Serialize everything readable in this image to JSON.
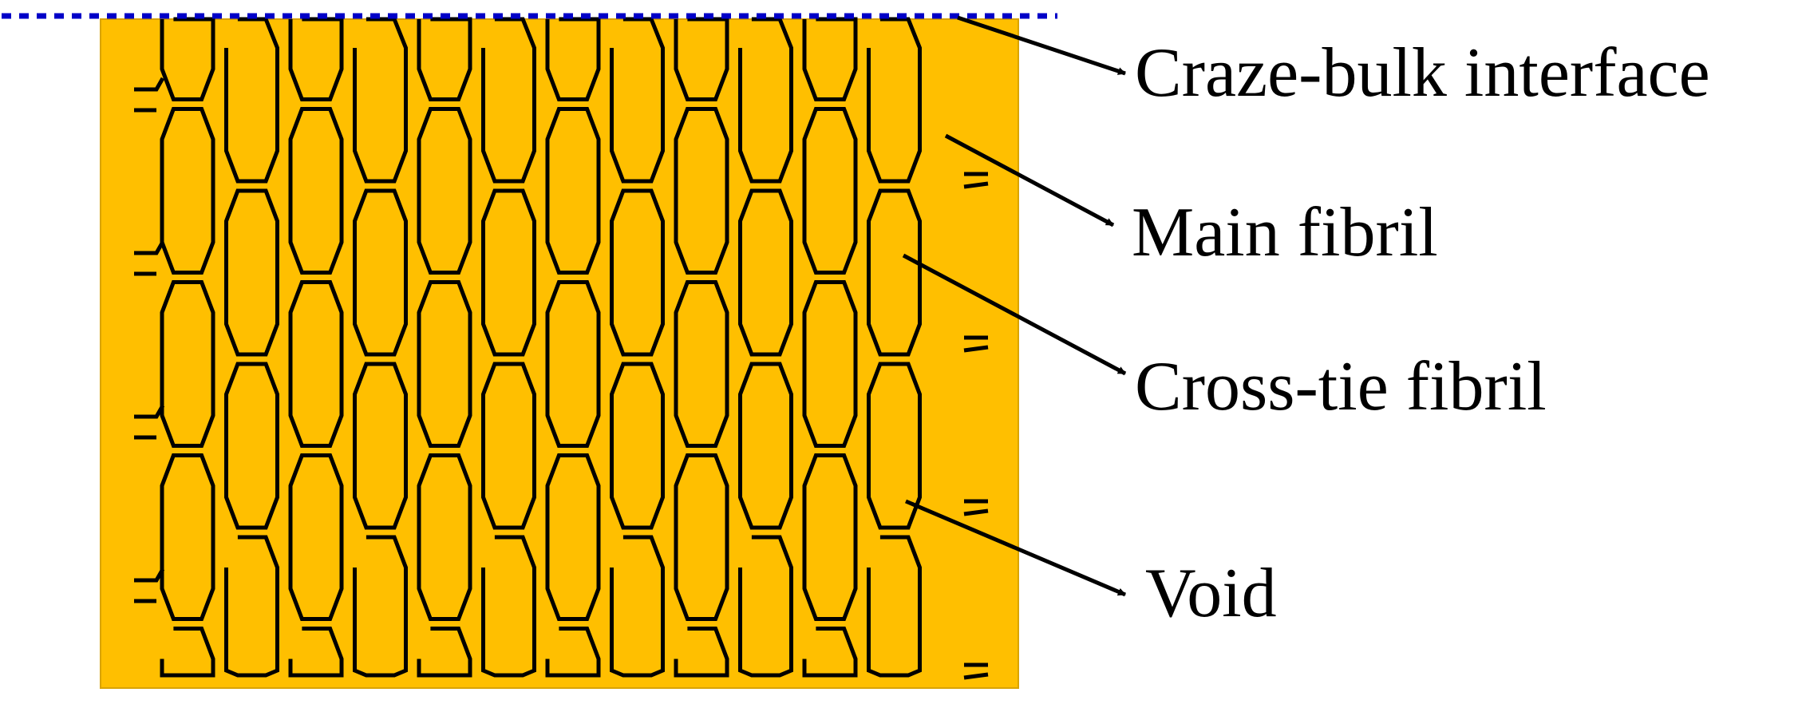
{
  "diagram": {
    "labels": {
      "interface": "Craze-bulk interface",
      "main_fibril": "Main fibril",
      "cross_tie": "Cross-tie fibril",
      "void": "Void"
    },
    "colors": {
      "craze_fill": "#FFBF00",
      "fibril_stroke": "#000000",
      "interface_line": "#0000C8",
      "arrow": "#000000"
    }
  }
}
